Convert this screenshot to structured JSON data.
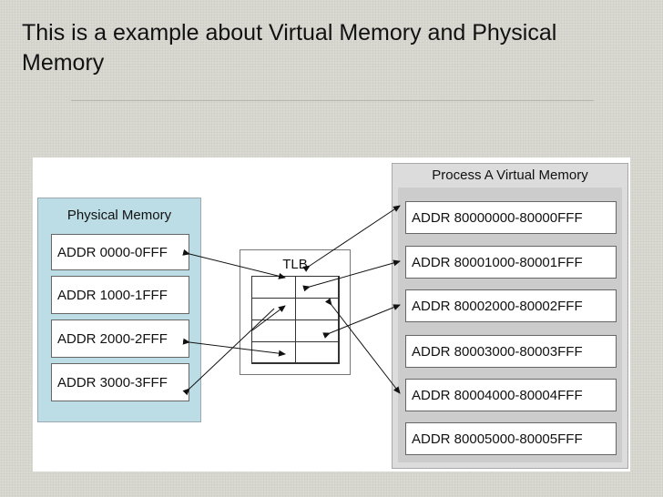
{
  "slide": {
    "title": "This is a example about Virtual Memory and Physical Memory"
  },
  "physical_memory": {
    "label": "Physical Memory",
    "blocks": [
      "ADDR 0000-0FFF",
      "ADDR 1000-1FFF",
      "ADDR 2000-2FFF",
      "ADDR 3000-3FFF"
    ]
  },
  "tlb": {
    "label": "TLB"
  },
  "virtual_memory": {
    "label": "Process A Virtual Memory",
    "blocks": [
      "ADDR 80000000-80000FFF",
      "ADDR 80001000-80001FFF",
      "ADDR 80002000-80002FFF",
      "ADDR 80003000-80003FFF",
      "ADDR 80004000-80004FFF",
      "ADDR 80005000-80005FFF"
    ]
  },
  "colors": {
    "physical_panel": "#bcdde5",
    "virtual_panel": "#dcdcdc",
    "arrow": "#111111"
  }
}
